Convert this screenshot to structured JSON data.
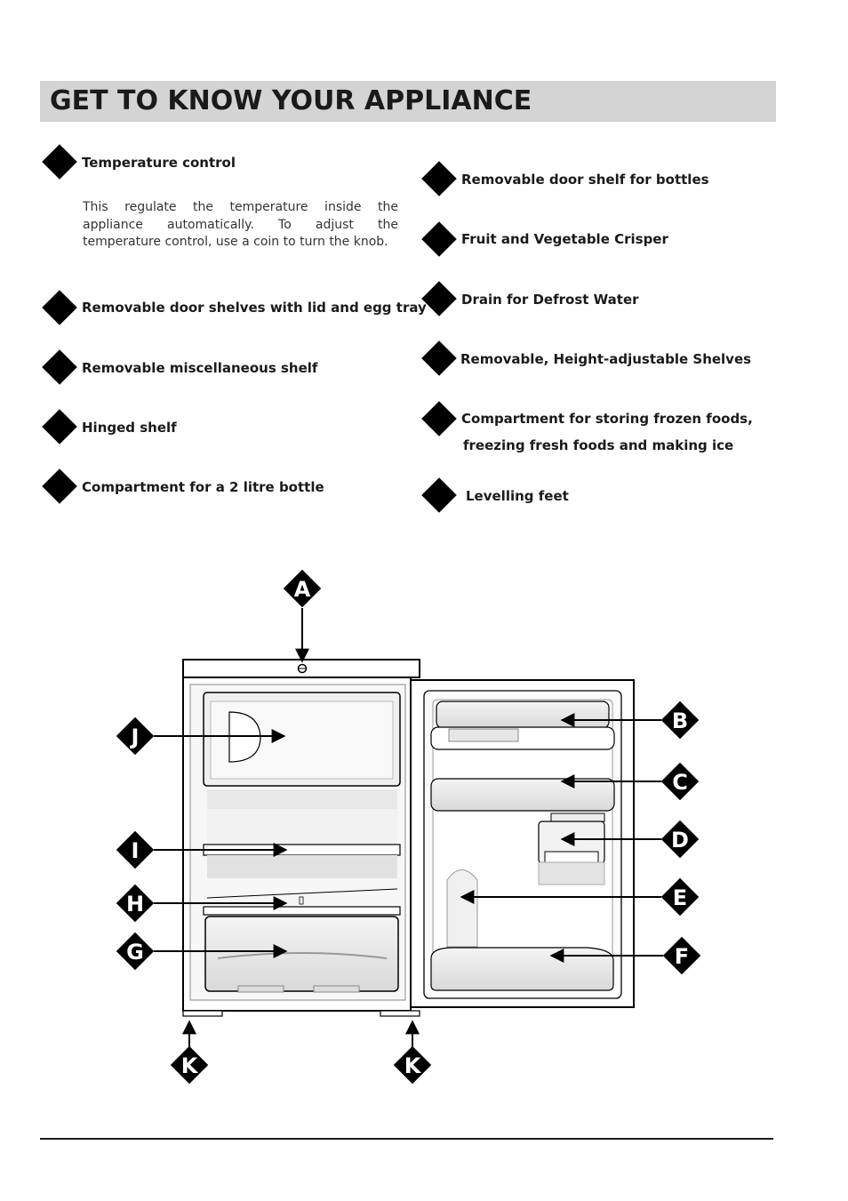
{
  "title": "GET TO KNOW YOUR APPLIANCE",
  "features_left": [
    {
      "label": "Temperature control"
    },
    {
      "label": "Removable door shelves with lid and egg tray"
    },
    {
      "label": "Removable miscellaneous shelf"
    },
    {
      "label": "Hinged shelf"
    },
    {
      "label": "Compartment for a 2 litre bottle"
    }
  ],
  "temperature_description": "This regulate the temperature inside the appliance automatically. To adjust the temperature control, use a coin to turn the knob.",
  "features_right": [
    {
      "label": "Removable door shelf for bottles"
    },
    {
      "label": "Fruit and Vegetable Crisper"
    },
    {
      "label": "Drain for Defrost Water"
    },
    {
      "label": "Removable, Height-adjustable Shelves"
    },
    {
      "label_line1": "Compartment for storing frozen foods,",
      "label_line2": "freezing fresh foods and making ice"
    },
    {
      "label": "Levelling feet"
    }
  ],
  "diagram_labels": {
    "A": "A",
    "B": "B",
    "C": "C",
    "D": "D",
    "E": "E",
    "F": "F",
    "G": "G",
    "H": "H",
    "I": "I",
    "J": "J",
    "K1": "K",
    "K2": "K"
  },
  "colors": {
    "title_bg": "#d4d4d4",
    "diamond": "#000000",
    "text": "#1a1a1a"
  }
}
